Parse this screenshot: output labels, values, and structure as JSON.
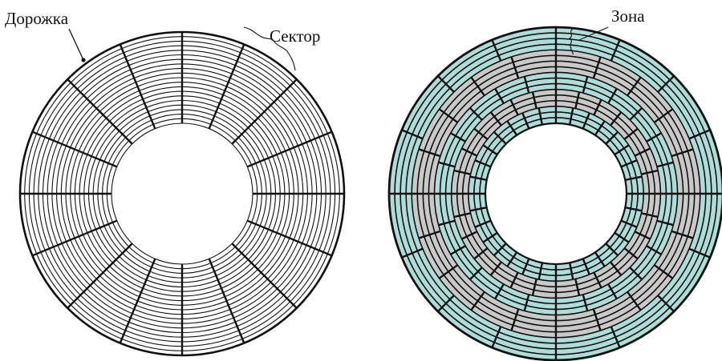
{
  "labels": {
    "track": "Дорожка",
    "sector": "Сектор",
    "zone": "Зона"
  },
  "colors": {
    "ink": "#111111",
    "zone_teal": "#aedcd9",
    "zone_gray": "#c9c9c9",
    "background": "#ffffff"
  },
  "left_disk": {
    "tracks": 20,
    "sectors": 16
  },
  "right_disk": {
    "zones": [
      {
        "tracks": 4,
        "sectors": 16,
        "color": "teal"
      },
      {
        "tracks": 4,
        "sectors": 20,
        "color": "gray"
      },
      {
        "tracks": 3,
        "sectors": 24,
        "color": "teal"
      },
      {
        "tracks": 3,
        "sectors": 28,
        "color": "gray"
      },
      {
        "tracks": 3,
        "sectors": 32,
        "color": "teal"
      }
    ]
  }
}
